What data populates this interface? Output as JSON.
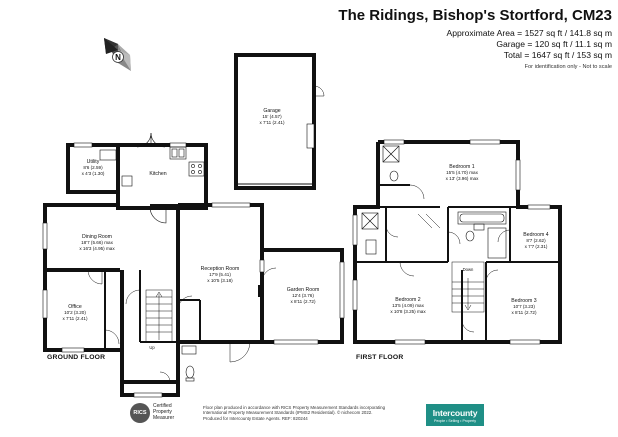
{
  "header": {
    "title": "The Ridings, Bishop's Stortford, CM23",
    "approx_area": "Approximate Area = 1527 sq ft / 141.8 sq m",
    "garage_area": "Garage = 120 sq ft / 11.1 sq m",
    "total_area": "Total = 1647 sq ft / 153 sq m",
    "note": "For identification only - Not to scale"
  },
  "compass": {
    "letter": "N"
  },
  "ground_floor": {
    "label": "GROUND FLOOR",
    "utility": {
      "name": "Utility",
      "dim1": "8'6 (2.59)",
      "dim2": "x 4'3 (1.30)"
    },
    "kitchen": {
      "name": "Kitchen"
    },
    "dining": {
      "name": "Dining Room",
      "dim1": "18'7 (5.66) max",
      "dim2": "x 16'3 (4.95) max"
    },
    "office": {
      "name": "Office",
      "dim1": "10'2 (3.20)",
      "dim2": "x 7'11 (2.41)"
    },
    "reception": {
      "name": "Reception Room",
      "dim1": "17'9 (5.41)",
      "dim2": "x 10'5 (3.18)"
    },
    "garden": {
      "name": "Garden Room",
      "dim1": "12'4 (3.76)",
      "dim2": "x 8'11 (2.72)"
    },
    "stairs_label": "Up"
  },
  "garage": {
    "name": "Garage",
    "dim1": "15' (4.57)",
    "dim2": "x 7'11 (2.41)"
  },
  "first_floor": {
    "label": "FIRST FLOOR",
    "bed1": {
      "name": "Bedroom 1",
      "dim1": "15'5 (4.70) max",
      "dim2": "x 13' (3.96) max"
    },
    "bed2": {
      "name": "Bedroom 2",
      "dim1": "13'5 (4.09) max",
      "dim2": "x 10'8 (3.25) max"
    },
    "bed3": {
      "name": "Bedroom 3",
      "dim1": "10'7 (3.23)",
      "dim2": "x 8'11 (2.72)"
    },
    "bed4": {
      "name": "Bedroom 4",
      "dim1": "8'7 (2.62)",
      "dim2": "x 7'7 (2.31)"
    },
    "stairs_label": "Down"
  },
  "footer": {
    "rics_logo": "RICS",
    "rics_line1": "Certified",
    "rics_line2": "Property",
    "rics_line3": "Measurer",
    "text1": "Floor plan produced in accordance with RICS Property Measurement Standards incorporating",
    "text2": "International Property Measurement Standards (IPMS2 Residential). © nichecom 2022.",
    "text3": "Produced for Intercounty Estate Agents.  REF: 820244",
    "brand_name": "Intercounty",
    "brand_tag": "People • Selling • Property"
  }
}
